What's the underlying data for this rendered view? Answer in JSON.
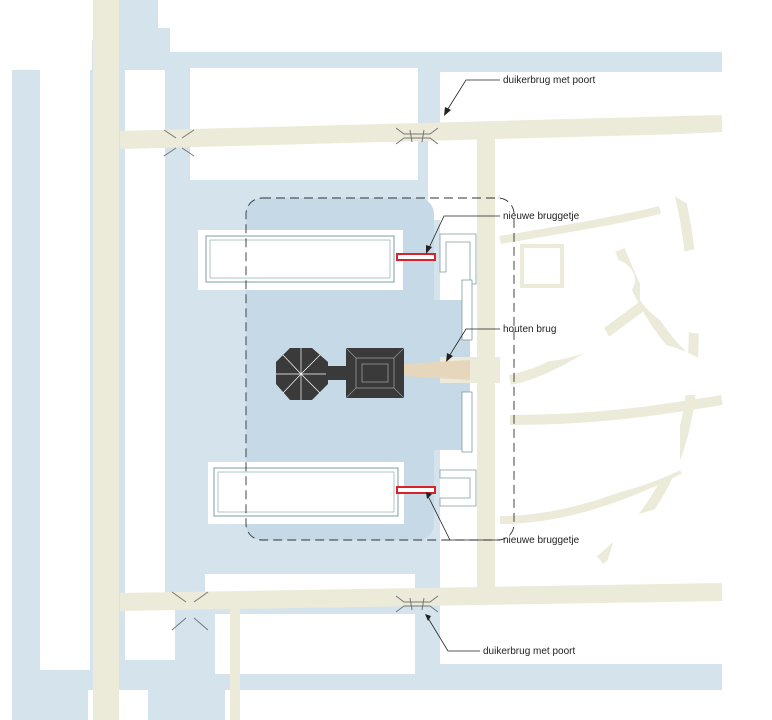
{
  "map": {
    "colors": {
      "water": "#d5e3ec",
      "pond": "#c5d9e7",
      "land": "#ffffff",
      "path": "#ecead9",
      "building": "#3a3a3a",
      "bridge_new": "#d9232a",
      "wooden_bridge": "#e6d6bb",
      "outline": "#7f9e9c",
      "leader": "#222222"
    },
    "labels": {
      "culvert_bridge_top": "duikerbrug met poort",
      "new_bridge_top": "nieuwe bruggetje",
      "wooden_bridge": "houten brug",
      "new_bridge_bottom": "nieuwe bruggetje",
      "culvert_bridge_bottom": "duikerbrug met poort"
    },
    "features": {
      "boundary": "dashed-outline",
      "pavilion_octagon": "octagonal-pavilion-roof",
      "pavilion_square": "square-pavilion-roof"
    }
  }
}
